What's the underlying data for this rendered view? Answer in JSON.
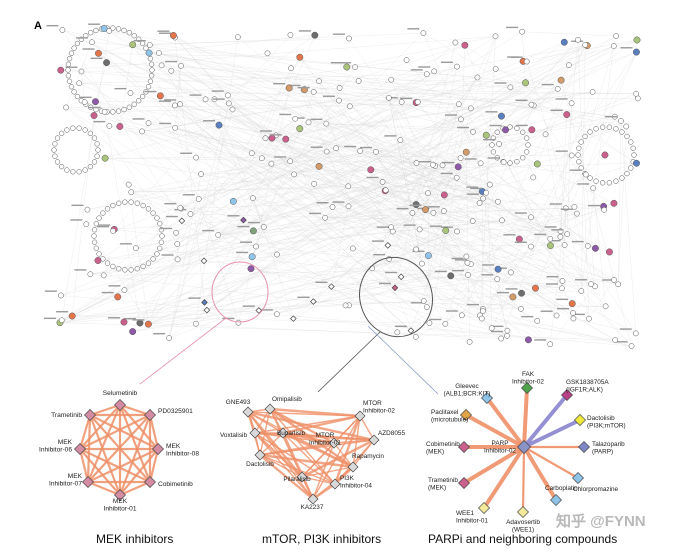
{
  "panel_letter": "A",
  "captions": {
    "mek": "MEK inhibitors",
    "mtor": "mTOR, PI3K inhibitors",
    "parp": "PARPi and neighboring compounds"
  },
  "watermark": "知乎 @FYNN",
  "colors": {
    "edge_orange": "#ef9068",
    "edge_purple": "#8a85cf",
    "pink": "#c9618c",
    "mek_node": "#d48ca2",
    "gray_node": "#d9d9d9",
    "hub": "#8a93c5",
    "callout_mek": "#e891ad",
    "callout_mtor": "#555555",
    "callout_parp": "#8b9bc8"
  },
  "mek_cluster": {
    "nodes": [
      {
        "label": "Selumetinib"
      },
      {
        "label": "PD0325901"
      },
      {
        "label": "MEK\nInhibitor-08"
      },
      {
        "label": "Cobimetinib"
      },
      {
        "label": "MEK\nInhibitor-01"
      },
      {
        "label": "MEK\nInhibitor-07"
      },
      {
        "label": "MEK\nInhibitor-06"
      },
      {
        "label": "Trametinib"
      }
    ]
  },
  "mtor_cluster": {
    "nodes": [
      {
        "label": "GNE493"
      },
      {
        "label": "Omipalisib"
      },
      {
        "label": "MTOR\nInhibitor-02"
      },
      {
        "label": "Voxtalisib"
      },
      {
        "label": "Buparlisib"
      },
      {
        "label": "MTOR\nInhibitor-01"
      },
      {
        "label": "AZD8055"
      },
      {
        "label": "Dactolisib"
      },
      {
        "label": "Rapamycin"
      },
      {
        "label": "Pilaralisib"
      },
      {
        "label": "PI3K\nInhibitor-04"
      },
      {
        "label": "KA2237"
      }
    ]
  },
  "parp_cluster": {
    "hub": {
      "label": "PARP\nInhibitor-02"
    },
    "nodes": [
      {
        "label": "Gleevec\n(ALB1;BCR:KIT)",
        "color": "#8fc4e8"
      },
      {
        "label": "FAK\nInhibitor-02",
        "color": "#4fa44b"
      },
      {
        "label": "GSK1838705A\n(IGF1R;ALK)",
        "color": "#b93f86"
      },
      {
        "label": "Paclitaxel\n(microtubule)",
        "color": "#e0a346"
      },
      {
        "label": "Dactolisib\n(PI3K;mTOR)",
        "color": "#f1ea3c"
      },
      {
        "label": "Cobimetinib\n(MEK)",
        "color": "#c9618c"
      },
      {
        "label": "Talazoparib\n(PARP)",
        "color": "#7f87c4"
      },
      {
        "label": "Trametinib\n(MEK)",
        "color": "#c9618c"
      },
      {
        "label": "Chlorpromazine",
        "color": "#8fc4e8"
      },
      {
        "label": "WEE1\nInhibitor-01",
        "color": "#f4e89a"
      },
      {
        "label": "Adavosertib\n(WEE1)",
        "color": "#f4e89a"
      },
      {
        "label": "Carboplatin",
        "color": "#8fc4e8"
      }
    ]
  }
}
